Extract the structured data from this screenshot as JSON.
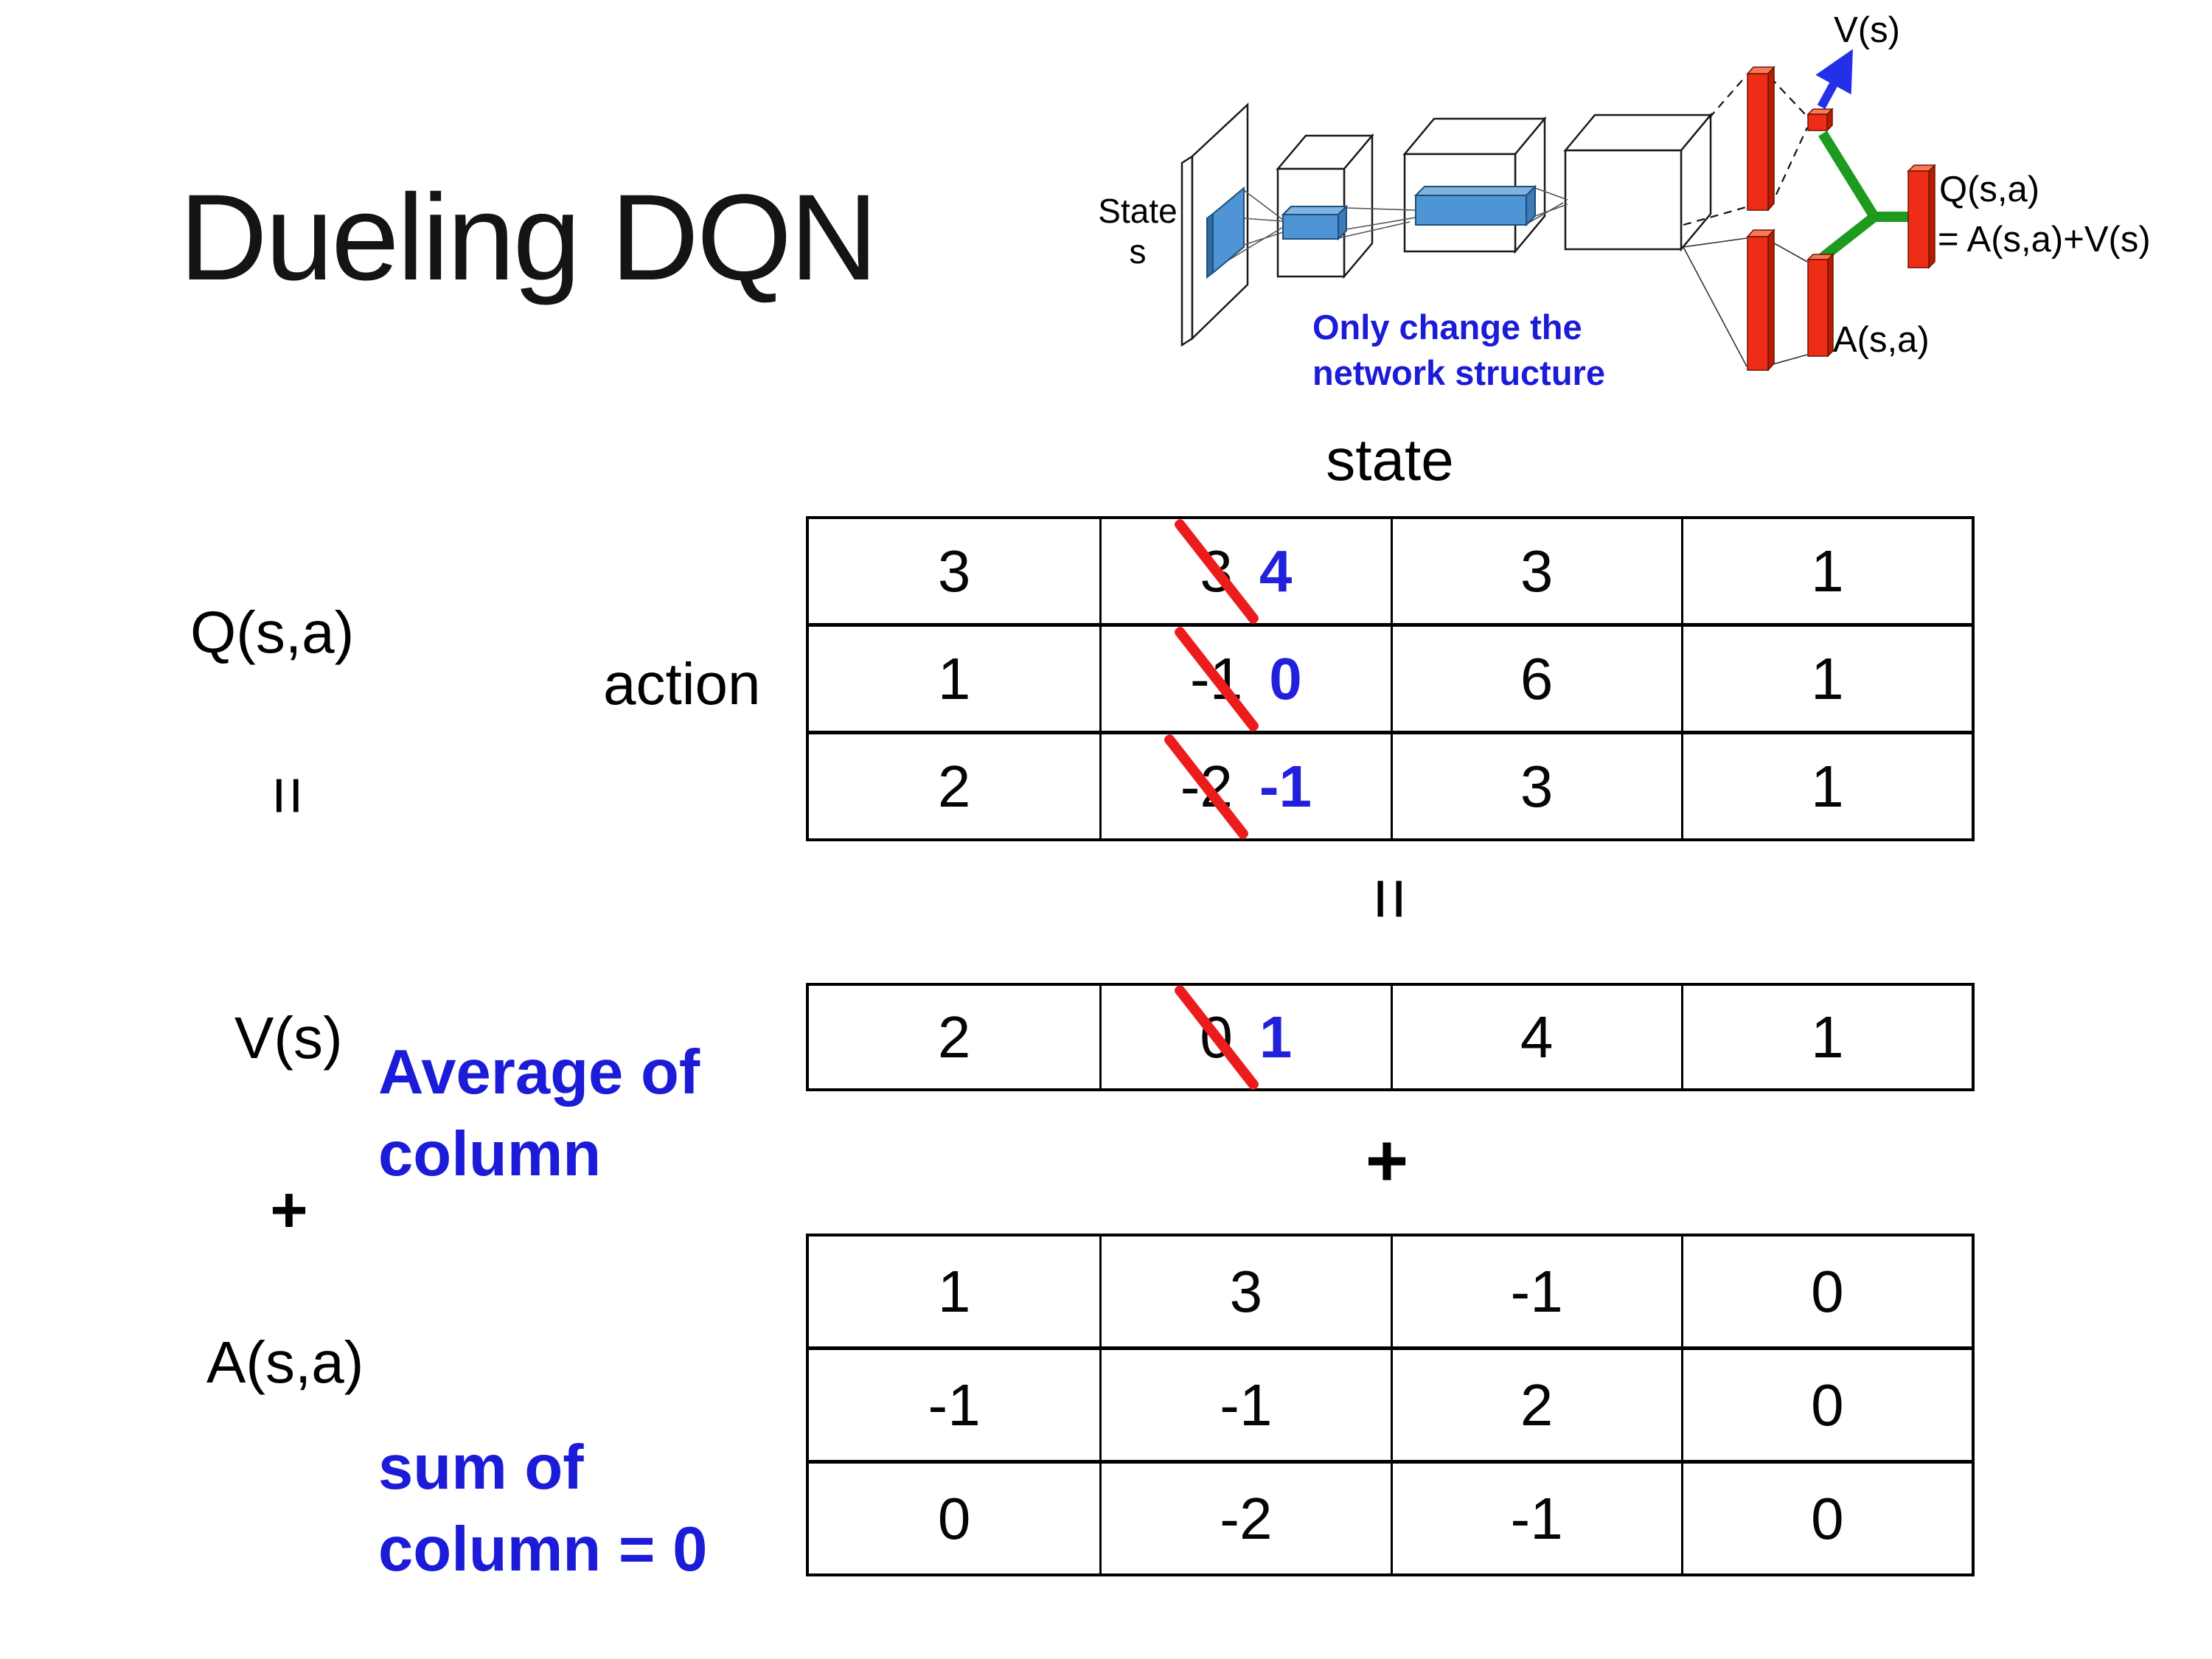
{
  "slide": {
    "title": "Dueling DQN",
    "background": "#ffffff"
  },
  "diagram": {
    "state_label": {
      "line1": "State",
      "line2": "s"
    },
    "note": {
      "line1": "Only change the",
      "line2": "network structure"
    },
    "v_label": "V(s)",
    "q_label": "Q(s,a)",
    "q_formula": "= A(s,a)+V(s)",
    "a_label": "A(s,a)",
    "colors": {
      "bar_red": "#EE2D16",
      "bar_red_dark": "#B51E00",
      "bar_red_light": "#F97954",
      "green": "#1E9B1E",
      "arrow_blue": "#2430E8",
      "conv_blue": "#4F94D4",
      "conv_blue_dark": "#1F4E79",
      "note_blue": "#1B1BD8"
    }
  },
  "equation": {
    "q_label": "Q(s,a)",
    "equals": "=",
    "plus": "+",
    "action_label": "action",
    "state_label": "state",
    "v_label": "V(s)",
    "a_label": "A(s,a)",
    "avg_note": {
      "line1": "Average of",
      "line2": "column"
    },
    "sum_note": {
      "line1": "sum of",
      "line2": "column = 0"
    }
  },
  "q_table": {
    "rows": [
      {
        "c1": "3",
        "old": "3",
        "new": "4",
        "c3": "3",
        "c4": "1"
      },
      {
        "c1": "1",
        "old": "-1",
        "new": "0",
        "c3": "6",
        "c4": "1"
      },
      {
        "c1": "2",
        "old": "-2",
        "new": "-1",
        "c3": "3",
        "c4": "1"
      }
    ]
  },
  "v_row": {
    "c1": "2",
    "old": "0",
    "new": "1",
    "c3": "4",
    "c4": "1"
  },
  "a_table": {
    "rows": [
      {
        "c1": "1",
        "c2": "3",
        "c3": "-1",
        "c4": "0"
      },
      {
        "c1": "-1",
        "c2": "-1",
        "c3": "2",
        "c4": "0"
      },
      {
        "c1": "0",
        "c2": "-2",
        "c3": "-1",
        "c4": "0"
      }
    ]
  },
  "colors": {
    "number_black": "#050505",
    "revision_blue": "#2121DC",
    "strike_red": "#ED1C1C",
    "label_blue": "#1B1BD8",
    "table_border": "#000000"
  }
}
